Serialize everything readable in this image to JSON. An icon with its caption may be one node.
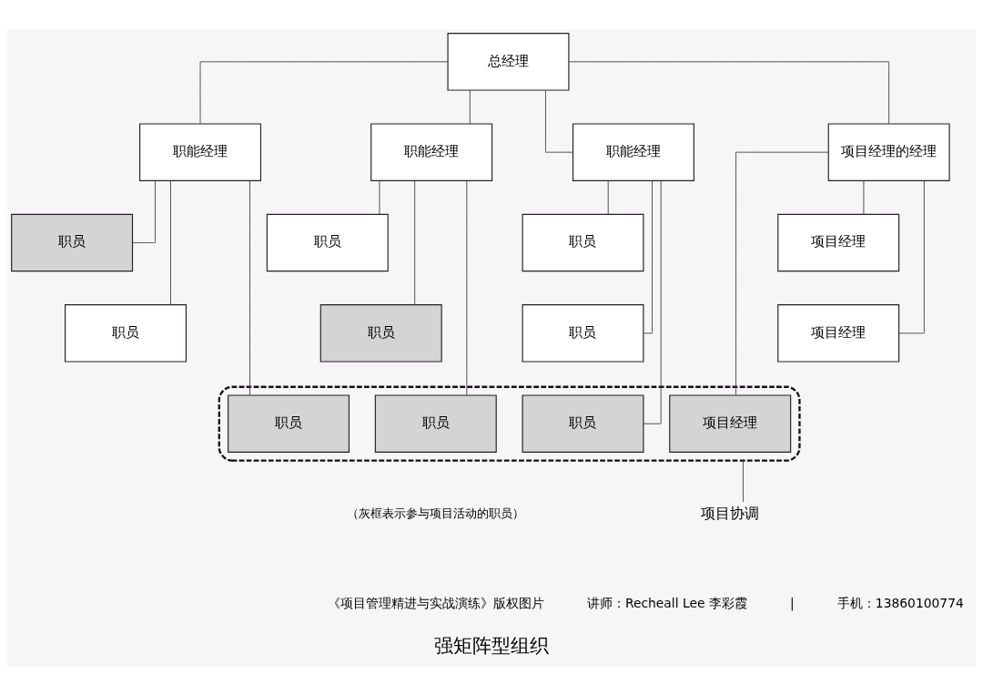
{
  "diagram": {
    "caption": "强矩阵型组织",
    "nodes": [
      {
        "text": [
          "总经理"
        ]
      },
      {
        "text": [
          "职能经理"
        ]
      },
      {
        "text": [
          "职能经理"
        ]
      },
      {
        "text": [
          "职能经理"
        ]
      },
      {
        "text": [
          "项目经理的经理"
        ]
      },
      {
        "text": [
          "职员"
        ]
      },
      {
        "text": [
          "职员"
        ]
      },
      {
        "text": [
          "职员"
        ]
      },
      {
        "text": [
          "项目经理"
        ]
      },
      {
        "text": [
          "职员"
        ]
      },
      {
        "text": [
          "职员"
        ]
      },
      {
        "text": [
          "职员"
        ]
      },
      {
        "text": [
          "项目经理"
        ]
      },
      {
        "text": [],
        "shape": "box"
      },
      {
        "text": [
          "职员"
        ],
        "in": 13
      },
      {
        "text": [
          "职员"
        ],
        "in": 13
      },
      {
        "text": [
          "职员"
        ],
        "in": 13
      },
      {
        "text": [
          "项目经理"
        ],
        "in": 13
      },
      {
        "text": [
          "项目协调"
        ]
      }
    ],
    "edges": [
      {
        "from": 0,
        "to": 1,
        "arrow": "none"
      },
      {
        "from": 0,
        "to": 2,
        "arrow": "none"
      },
      {
        "from": 0,
        "to": 3,
        "arrow": "none"
      },
      {
        "from": 0,
        "to": 4,
        "arrow": "none"
      },
      {
        "from": 1,
        "to": 5,
        "arrow": "none"
      },
      {
        "from": 1,
        "to": 9,
        "arrow": "none"
      },
      {
        "from": 1,
        "to": 14,
        "arrow": "none"
      },
      {
        "from": 2,
        "to": 6,
        "arrow": "none"
      },
      {
        "from": 2,
        "to": 10,
        "arrow": "none"
      },
      {
        "from": 2,
        "to": 15,
        "arrow": "none"
      },
      {
        "from": 3,
        "to": 7,
        "arrow": "none"
      },
      {
        "from": 3,
        "to": 11,
        "arrow": "none"
      },
      {
        "from": 3,
        "to": 16,
        "arrow": "none"
      },
      {
        "from": 4,
        "to": 8,
        "arrow": "none"
      },
      {
        "from": 4,
        "to": 12,
        "arrow": "none"
      },
      {
        "from": 4,
        "to": 17,
        "arrow": "none"
      },
      {
        "from": 18,
        "to": 13,
        "arrow": "none"
      }
    ],
    "labels": [
      "（灰框表示参与项目活动的职员）",
      "《项目管理精进与实战演练》版权图片",
      "讲师：Recheall Lee 李彩霞",
      "|",
      "手机：13860100774"
    ]
  }
}
